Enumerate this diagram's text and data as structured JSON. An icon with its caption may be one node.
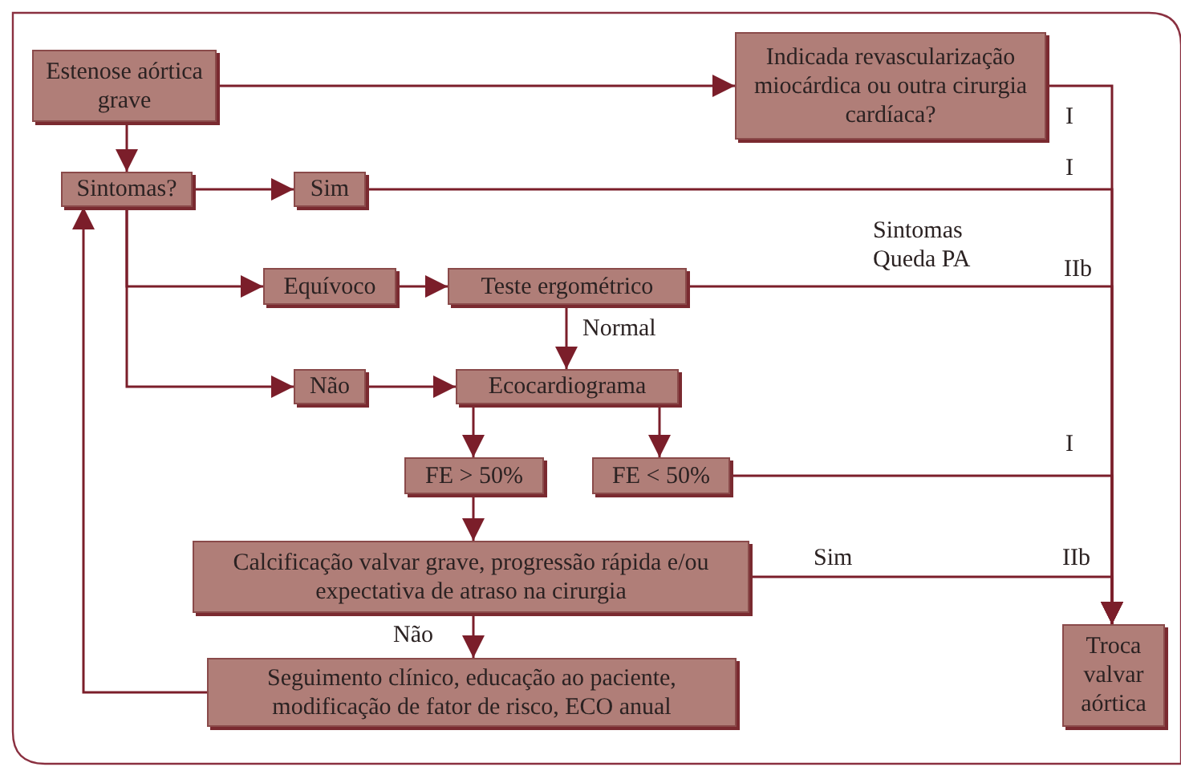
{
  "diagram": {
    "nodes": [
      {
        "text": [
          "Estenose aórtica grave"
        ]
      },
      {
        "text": [
          "Indicada revascularização miocárdica ou outra cirurgia cardíaca?"
        ]
      },
      {
        "text": [
          "Sintomas?"
        ]
      },
      {
        "text": [
          "Sim"
        ]
      },
      {
        "text": [
          "Equívoco"
        ]
      },
      {
        "text": [
          "Teste ergométrico"
        ]
      },
      {
        "text": [
          "Não"
        ]
      },
      {
        "text": [
          "Ecocardiograma"
        ]
      },
      {
        "text": [
          "FE > 50%"
        ]
      },
      {
        "text": [
          "FE < 50%"
        ]
      },
      {
        "text": [
          "Calcificação valvar grave, progressão rápida e/ou expectativa de atraso na cirurgia"
        ]
      },
      {
        "text": [
          "Seguimento clínico, educação ao paciente, modificação de fator de risco, ECO anual"
        ]
      },
      {
        "text": [
          "Troca valvar aórtica"
        ]
      }
    ],
    "edges": [
      {
        "from": 0,
        "to": 2,
        "arrow": "to"
      },
      {
        "from": 0,
        "to": 1,
        "arrow": "to"
      },
      {
        "from": 1,
        "to": 12,
        "arrow": "to",
        "label": "I"
      },
      {
        "from": 2,
        "to": 3,
        "arrow": "to"
      },
      {
        "from": 3,
        "to": 12,
        "arrow": "to",
        "label": "I"
      },
      {
        "from": 2,
        "to": 4,
        "arrow": "to"
      },
      {
        "from": 4,
        "to": 5,
        "arrow": "to"
      },
      {
        "from": 5,
        "to": 12,
        "arrow": "to",
        "label": "Sintomas Queda PA"
      },
      {
        "from": 5,
        "to": 7,
        "arrow": "to",
        "label": "Normal"
      },
      {
        "from": 2,
        "to": 6,
        "arrow": "to"
      },
      {
        "from": 6,
        "to": 7,
        "arrow": "to"
      },
      {
        "from": 7,
        "to": 8,
        "arrow": "to"
      },
      {
        "from": 7,
        "to": 9,
        "arrow": "to"
      },
      {
        "from": 9,
        "to": 12,
        "arrow": "to",
        "label": "I"
      },
      {
        "from": 8,
        "to": 10,
        "arrow": "to"
      },
      {
        "from": 10,
        "to": 12,
        "arrow": "to",
        "label": "Sim"
      },
      {
        "from": 10,
        "to": 11,
        "arrow": "to",
        "label": "Não"
      },
      {
        "from": 11,
        "to": 2,
        "arrow": "to"
      }
    ],
    "labels": [
      "IIb",
      "IIb"
    ]
  }
}
